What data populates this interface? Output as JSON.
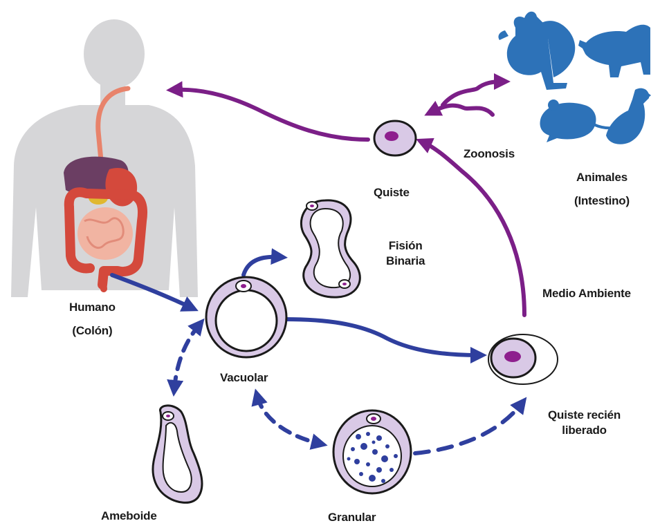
{
  "labels": {
    "humano_line1": "Humano",
    "humano_line2": "(Colón)",
    "quiste": "Quiste",
    "zoonosis": "Zoonosis",
    "animales_line1": "Animales",
    "animales_line2": "(Intestino)",
    "fision_line1": "Fisión",
    "fision_line2": "Binaria",
    "medio_ambiente": "Medio Ambiente",
    "vacuolar": "Vacuolar",
    "quiste_recien_line1": "Quiste recién",
    "quiste_recien_line2": "liberado",
    "ameboide": "Ameboide",
    "granular": "Granular"
  },
  "colors": {
    "purple_arrow": "#7b1f87",
    "blue_arrow": "#2f3f9e",
    "animal_blue": "#2d72b8",
    "cell_fill": "#d9c9e6",
    "cell_outline": "#1a1a1a",
    "nucleus": "#8e1f8e",
    "body_gray": "#d6d6d8"
  },
  "icons": {
    "rooster": "rooster-icon",
    "pig": "pig-icon",
    "rat": "rat-icon",
    "duck": "duck-icon",
    "human": "human-body-icon"
  }
}
